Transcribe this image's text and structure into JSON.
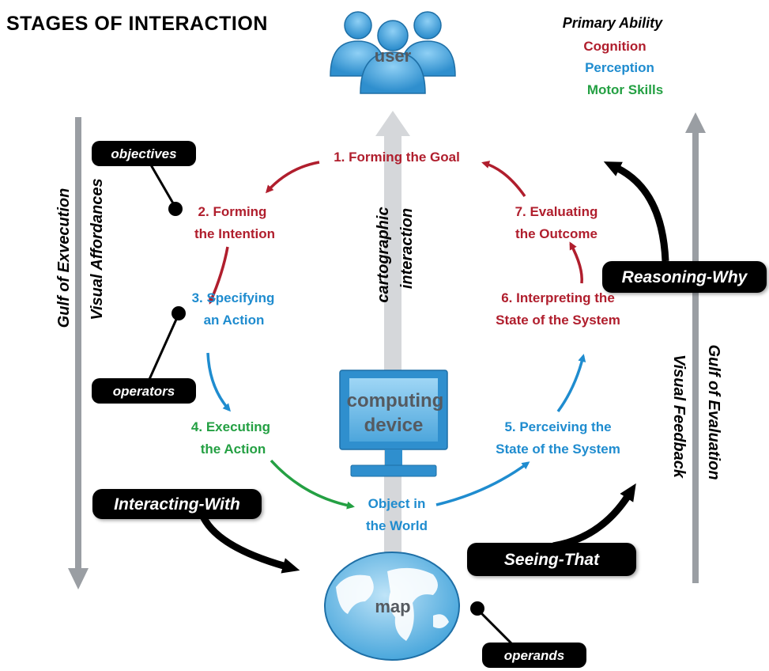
{
  "title": "Stages of Interaction",
  "legend": {
    "heading": "Primary Ability",
    "items": [
      {
        "label": "Cognition",
        "color": "#b01e2d"
      },
      {
        "label": "Perception",
        "color": "#1f8ccf"
      },
      {
        "label": "Motor Skills",
        "color": "#24a043"
      }
    ]
  },
  "icons": {
    "user": "user",
    "computer": [
      "computing",
      "device"
    ],
    "map": "map"
  },
  "center_axis": [
    "cartographic",
    "interaction"
  ],
  "stages": [
    {
      "lines": [
        "1. Forming the Goal"
      ],
      "color": "#b01e2d"
    },
    {
      "lines": [
        "2. Forming",
        "the Intention"
      ],
      "color": "#b01e2d"
    },
    {
      "lines": [
        "3. Specifying",
        "an Action"
      ],
      "color": "#1f8ccf"
    },
    {
      "lines": [
        "4. Executing",
        "the Action"
      ],
      "color": "#24a043"
    },
    {
      "lines": [
        "Object in",
        "the World"
      ],
      "color": "#1f8ccf"
    },
    {
      "lines": [
        "5. Perceiving the",
        "State of the System"
      ],
      "color": "#1f8ccf"
    },
    {
      "lines": [
        "6. Interpreting the",
        "State of the System"
      ],
      "color": "#b01e2d"
    },
    {
      "lines": [
        "7. Evaluating",
        "the Outcome"
      ],
      "color": "#b01e2d"
    }
  ],
  "tags": {
    "objectives": "objectives",
    "operators": "operators",
    "operands": "operands",
    "interacting_with": "Interacting-With",
    "seeing_that": "Seeing-That",
    "reasoning_why": "Reasoning-Why"
  },
  "side_labels": {
    "gulf_execution": "Gulf of Exvecution",
    "visual_affordances": "Visual Affordances",
    "gulf_evaluation": "Gulf of Evaluation",
    "visual_feedback": "Visual Feedback"
  }
}
